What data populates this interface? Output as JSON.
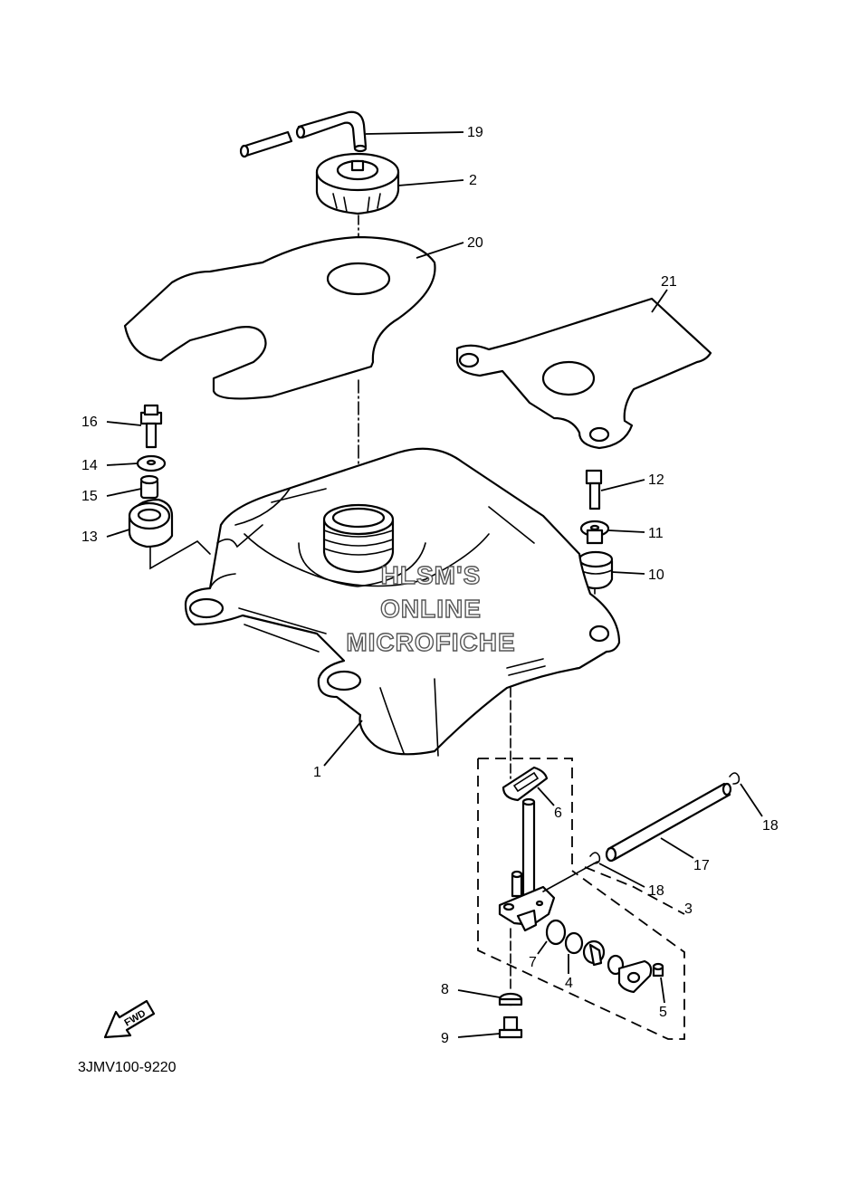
{
  "diagram": {
    "code": "3JMV100-9220",
    "fwd_label": "FWD",
    "watermark": [
      "HLSM'S",
      "ONLINE",
      "MICROFICHE"
    ],
    "callouts": {
      "p1": "1",
      "p2": "2",
      "p3": "3",
      "p4": "4",
      "p5": "5",
      "p6": "6",
      "p7": "7",
      "p8": "8",
      "p9": "9",
      "p10": "10",
      "p11": "11",
      "p12": "12",
      "p13": "13",
      "p14": "14",
      "p15": "15",
      "p16": "16",
      "p17": "17",
      "p18a": "18",
      "p18b": "18",
      "p19": "19",
      "p20": "20",
      "p21": "21"
    }
  }
}
